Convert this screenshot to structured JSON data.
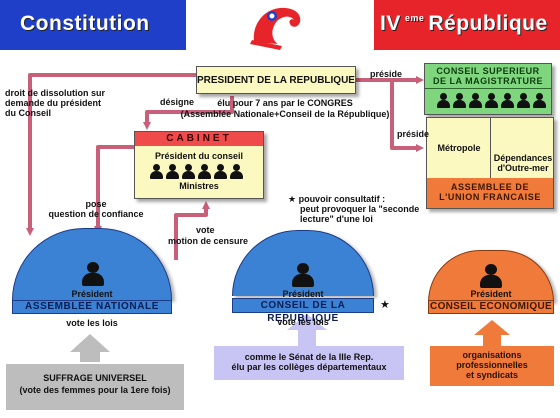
{
  "header": {
    "left_title": "Constitution",
    "right_roman": "IV",
    "right_sup": "eme",
    "right_word": "République"
  },
  "president": {
    "title": "PRESIDENT DE LA REPUBLIQUE",
    "elected_line1": "élu pour 7 ans par le CONGRES",
    "elected_line2": "(Assemblée Nationale+Conseil de la République)"
  },
  "csm": {
    "line1": "CONSEIL SUPERIEUR",
    "line2": "DE LA MAGISTRATURE"
  },
  "cabinet": {
    "title": "CABINET",
    "president": "Président du conseil",
    "ministers": "Ministres"
  },
  "union": {
    "metropole": "Métropole",
    "dependances_line1": "Dépendances",
    "dependances_line2": "d'Outre-mer",
    "title_line1": "ASSEMBLEE DE",
    "title_line2": "L'UNION FRANCAISE"
  },
  "arrows_text": {
    "preside1": "préside",
    "preside2": "préside",
    "designe": "désigne",
    "dissolution1": "droit de dissolution sur",
    "dissolution2": "demande du président",
    "dissolution3": "du Conseil",
    "pose1": "pose",
    "pose2": "question de confiance",
    "vote1": "vote",
    "vote2": "motion de censure",
    "consult1": "★ pouvoir consultatif :",
    "consult2": "peut provoquer la \"seconde",
    "consult3": "lecture\" d'une loi"
  },
  "assembly": {
    "president": "Président",
    "label": "ASSEMBLEE NATIONALE",
    "votes": "vote les lois"
  },
  "republic_council": {
    "president": "Président",
    "label": "CONSEIL DE LA REPUBLIQUE",
    "star": "★",
    "votes": "vote les lois"
  },
  "economic": {
    "president": "Président",
    "label": "CONSEIL ECONOMIQUE"
  },
  "suffrage": {
    "line1": "SUFFRAGE UNIVERSEL",
    "line2": "(vote des femmes pour la 1ere fois)"
  },
  "senate_note": {
    "line1": "comme le Sénat de la IIIe Rep.",
    "line2": "élu par les collèges départementaux"
  },
  "organisations": {
    "line1": "organisations",
    "line2": "professionnelles",
    "line3": "et syndicats"
  },
  "colors": {
    "flag_blue": "#1f3fc8",
    "flag_red": "#e8242b",
    "arrow_pink": "#c8607a",
    "dome_blue": "#3b82d4",
    "dome_orange": "#f07a3a",
    "presidency_yellow": "#fbf8c0",
    "csm_green": "#7fd67f",
    "cabinet_red": "#ef4b4b"
  },
  "icons": [
    "phrygian-cap-icon",
    "person-icon",
    "star-icon"
  ]
}
